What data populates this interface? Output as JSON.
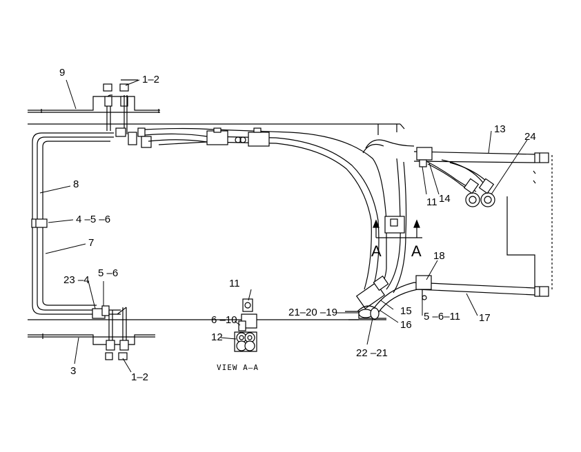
{
  "labels": {
    "l9": "9",
    "l1_2_top": "1–2",
    "l8": "8",
    "l4_5_6": "4 –5 –6",
    "l7": "7",
    "l23_4": "23 –4",
    "l5_6_left": "5 –6",
    "l3": "3",
    "l1_2_bottom": "1–2",
    "l13": "13",
    "l24": "24",
    "l11": "11",
    "l14": "14",
    "l18": "18",
    "l21_20_19": "21–20 –19",
    "l15": "15",
    "l16": "16",
    "l5_6_11": "5 –6–11",
    "l17": "17",
    "l22_21": "22 –21",
    "view_11": "11",
    "view_6_10": "6 –10",
    "view_12": "12",
    "view_title": "VIEW A–A",
    "section_a_left": "A",
    "section_a_right": "A"
  },
  "colors": {
    "line": "#000000",
    "background": "#ffffff"
  }
}
